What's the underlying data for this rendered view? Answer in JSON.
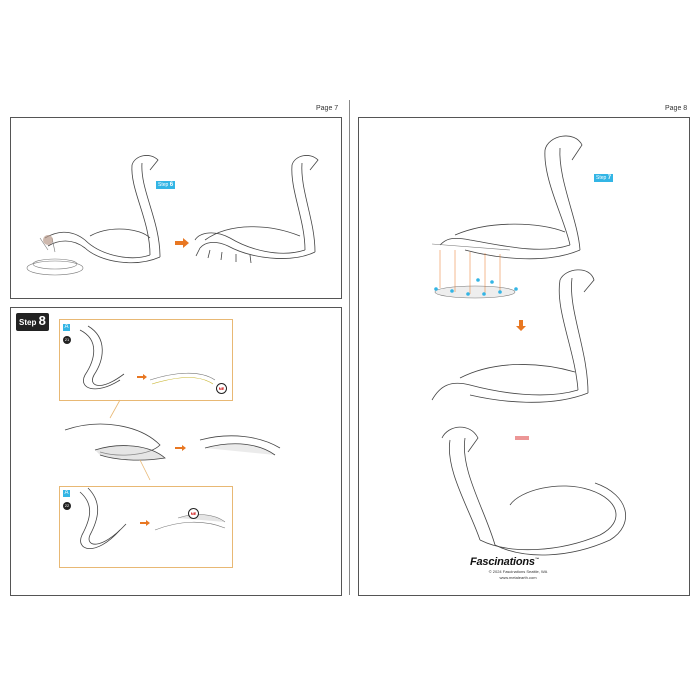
{
  "pages": {
    "left": {
      "page_label": "Page 7"
    },
    "right": {
      "page_label": "Page 8"
    }
  },
  "steps": {
    "step6": {
      "word": "Step",
      "number": "6"
    },
    "step7": {
      "word": "Step",
      "number": "7"
    },
    "step8": {
      "word": "Step",
      "number": "8"
    }
  },
  "step8_parts": {
    "upper": {
      "tag": "A",
      "part_number": "21",
      "marker": "NE"
    },
    "lower": {
      "tag": "A",
      "part_number": "22",
      "marker": "NE"
    }
  },
  "footer": {
    "brand": "Fascinations",
    "copyright": "© 2024 Fascinations Seattle, WA",
    "website": "www.metalearth.com"
  },
  "colors": {
    "accent_blue": "#33b5e5",
    "arrow_orange": "#e87722",
    "subpanel_border": "#e8b874"
  }
}
